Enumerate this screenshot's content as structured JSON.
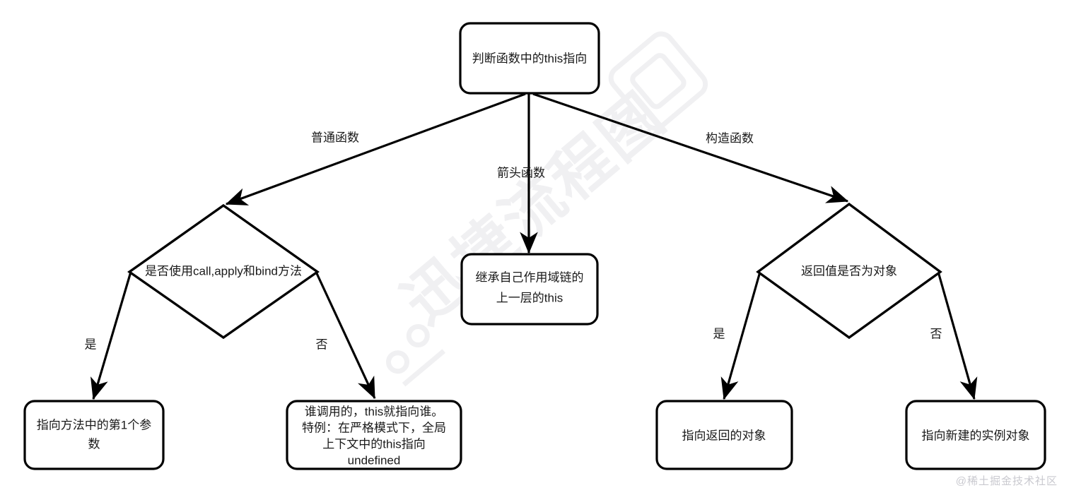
{
  "diagram": {
    "title": "判断函数中的this指向",
    "type": "flowchart",
    "background_color": "#ffffff",
    "stroke_color": "#000000",
    "text_color": "#1a1a1a"
  },
  "nodes": {
    "root": {
      "id": "root",
      "shape": "rounded-rect",
      "lines": [
        "判断函数中的this指向"
      ]
    },
    "ordinary_decision": {
      "id": "ordinary_decision",
      "shape": "diamond",
      "lines": [
        "是否使用call,apply和bind方法"
      ]
    },
    "arrow_result": {
      "id": "arrow_result",
      "shape": "rounded-rect",
      "lines": [
        "继承自己作用域链的",
        "上一层的this"
      ]
    },
    "ctor_decision": {
      "id": "ctor_decision",
      "shape": "diamond",
      "lines": [
        "返回值是否为对象"
      ]
    },
    "first_arg": {
      "id": "first_arg",
      "shape": "rounded-rect",
      "lines": [
        "指向方法中的第1个参",
        "数"
      ]
    },
    "caller_points": {
      "id": "caller_points",
      "shape": "rounded-rect",
      "lines": [
        "谁调用的，this就指向谁。",
        "特例：在严格模式下，全局",
        "上下文中的this指向",
        "undefined"
      ]
    },
    "returned_object": {
      "id": "returned_object",
      "shape": "rounded-rect",
      "lines": [
        "指向返回的对象"
      ]
    },
    "new_instance": {
      "id": "new_instance",
      "shape": "rounded-rect",
      "lines": [
        "指向新建的实例对象"
      ]
    }
  },
  "edge_labels": {
    "ordinary_function": "普通函数",
    "arrow_function": "箭头函数",
    "constructor_function": "构造函数",
    "left_yes": "是",
    "left_no": "否",
    "right_yes": "是",
    "right_no": "否"
  },
  "watermarks": {
    "center": "迅捷流程图",
    "corner": "@稀土掘金技术社区"
  }
}
